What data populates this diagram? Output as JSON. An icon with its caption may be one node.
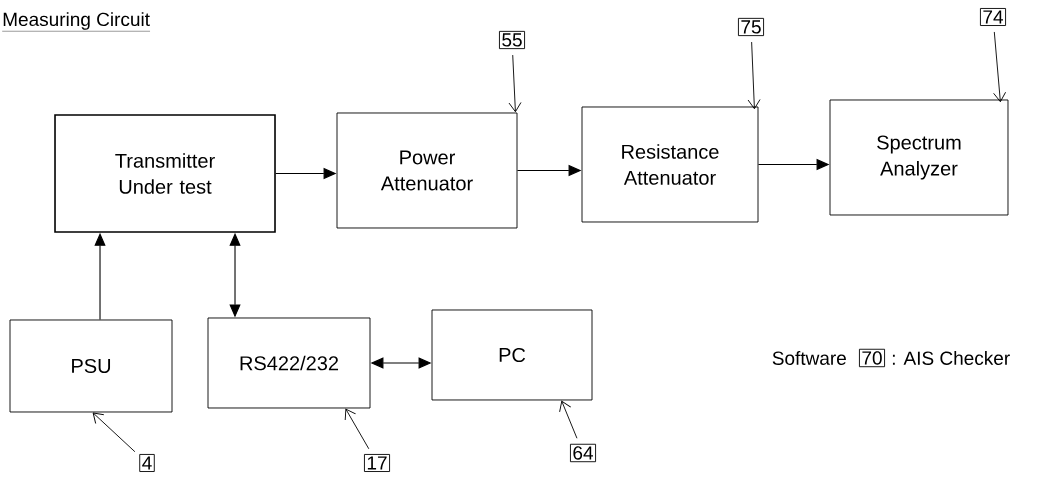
{
  "diagram": {
    "title": "Measuring Circuit",
    "nodes": [
      {
        "text": [
          "55"
        ]
      },
      {
        "text": [
          "75"
        ]
      },
      {
        "text": [
          "74"
        ]
      },
      {
        "text": [
          "Transmitter Under test"
        ]
      },
      {
        "text": [
          "Power Attenuator"
        ]
      },
      {
        "text": [
          "Resistance Attenuator"
        ]
      },
      {
        "text": [
          "Spectrum Analyzer"
        ]
      },
      {
        "text": [
          "PSU"
        ]
      },
      {
        "text": [
          "RS422/232"
        ]
      },
      {
        "text": [
          "PC"
        ]
      },
      {
        "text": [
          "70"
        ]
      },
      {
        "text": [
          "4"
        ]
      },
      {
        "text": [
          "17"
        ]
      },
      {
        "text": [
          "64"
        ]
      }
    ],
    "edges": [
      {
        "from": 3,
        "to": 4,
        "arrow": "to"
      },
      {
        "from": 4,
        "to": 5,
        "arrow": "to"
      },
      {
        "from": 5,
        "to": 6,
        "arrow": "to"
      },
      {
        "from": 7,
        "to": 3,
        "arrow": "to"
      },
      {
        "from": 3,
        "to": 8,
        "arrow": "both"
      },
      {
        "from": 8,
        "to": 9,
        "arrow": "both"
      },
      {
        "from": 0,
        "to": 4,
        "arrow": "to"
      },
      {
        "from": 1,
        "to": 5,
        "arrow": "to"
      },
      {
        "from": 2,
        "to": 6,
        "arrow": "to"
      },
      {
        "from": 11,
        "to": 7,
        "arrow": "to"
      },
      {
        "from": 12,
        "to": 8,
        "arrow": "to"
      },
      {
        "from": 13,
        "to": 9,
        "arrow": "to"
      }
    ],
    "labels": [
      "Software",
      ": AIS Checker"
    ]
  }
}
